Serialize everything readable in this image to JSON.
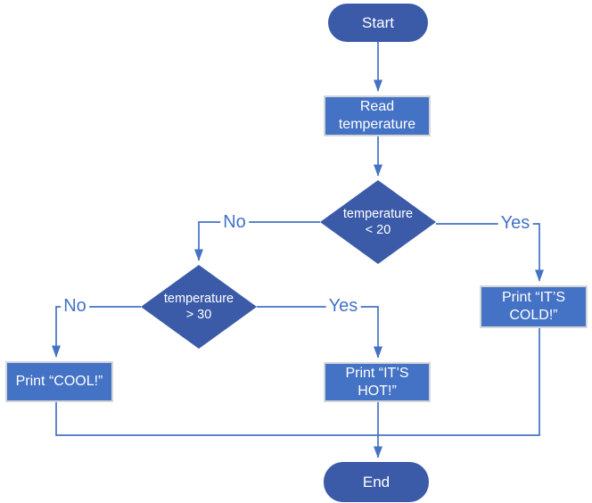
{
  "diagram_type": "flowchart",
  "colors": {
    "terminator_fill": "#3B5BA8",
    "decision_fill": "#3B5BA8",
    "process_fill": "#4472C4",
    "process_border": "#D5D6D8",
    "connector": "#4472C4",
    "edge_label": "#4472C4",
    "shape_text": "#FFFFFF",
    "canvas_bg": "#FFFFFF"
  },
  "nodes": {
    "start": {
      "type": "terminator",
      "label": "Start"
    },
    "read_temperature": {
      "type": "process",
      "label": "Read temperature"
    },
    "temp_lt_20": {
      "type": "decision",
      "label": "temperature\n< 20"
    },
    "temp_gt_30": {
      "type": "decision",
      "label": "temperature\n> 30"
    },
    "print_cold": {
      "type": "process",
      "label": "Print “IT’S COLD!”"
    },
    "print_cool": {
      "type": "process",
      "label": "Print “COOL!”"
    },
    "print_hot": {
      "type": "process",
      "label": "Print “IT’S HOT!”"
    },
    "end": {
      "type": "terminator",
      "label": "End"
    }
  },
  "edges": {
    "lt20_no": {
      "from": "temp_lt_20",
      "to": "temp_gt_30",
      "label": "No"
    },
    "lt20_yes": {
      "from": "temp_lt_20",
      "to": "print_cold",
      "label": "Yes"
    },
    "gt30_no": {
      "from": "temp_gt_30",
      "to": "print_cool",
      "label": "No"
    },
    "gt30_yes": {
      "from": "temp_gt_30",
      "to": "print_hot",
      "label": "Yes"
    },
    "start_read": {
      "from": "start",
      "to": "read_temperature",
      "label": ""
    },
    "read_lt20": {
      "from": "read_temperature",
      "to": "temp_lt_20",
      "label": ""
    },
    "hot_end": {
      "from": "print_hot",
      "to": "end",
      "label": ""
    },
    "cool_merge": {
      "from": "print_cool",
      "to": "end",
      "label": ""
    },
    "cold_merge": {
      "from": "print_cold",
      "to": "end",
      "label": ""
    }
  }
}
